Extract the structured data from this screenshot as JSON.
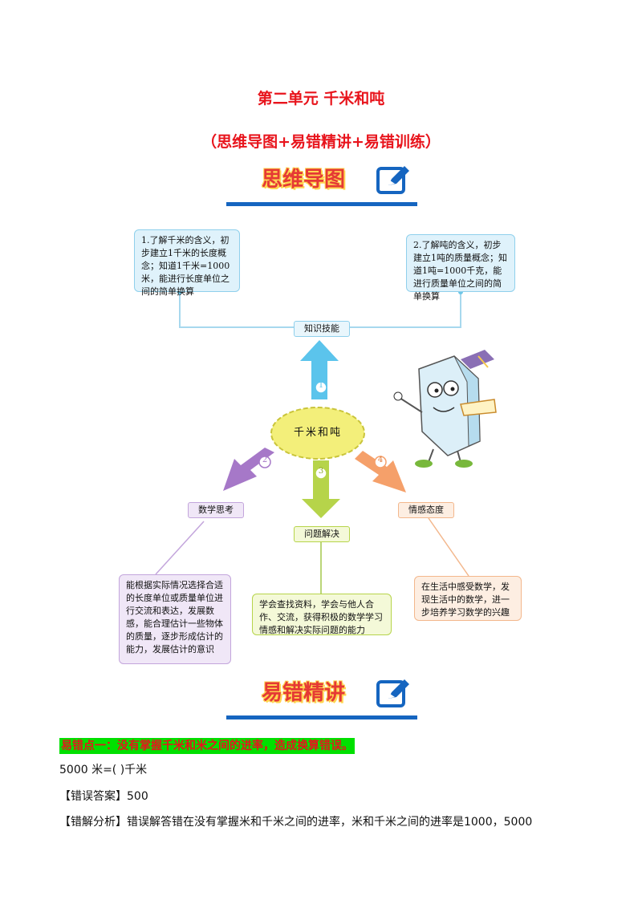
{
  "title": "第二单元 千米和吨",
  "subtitle": "（思维导图+易错精讲+易错训练）",
  "banner_mindmap": "思维导图",
  "banner_errors": "易错精讲",
  "mindmap": {
    "center": "千米和吨",
    "knowledge_tag": "知识技能",
    "thinking_tag": "数学思考",
    "problem_tag": "问题解决",
    "emotion_tag": "情感态度",
    "box1": "1.了解千米的含义，初步建立1千米的长度概念；知道1千米=1000米，能进行长度单位之间的简单换算",
    "box2": "2.了解吨的含义，初步建立1吨的质量概念；知道1吨=1000千克，能进行质量单位之间的简单换算",
    "box_thinking": "能根据实际情况选择合适的长度单位或质量单位进行交流和表达，发展数感，能合理估计一些物体的质量，逐步形成估计的能力，发展估计的意识",
    "box_problem": "学会查找资料，学会与他人合作、交流，获得积极的数学学习情感和解决实际问题的能力",
    "box_emotion": "在生活中感受数学，发现生活中的数学，进一步培养学习数学的兴趣",
    "num1": "1",
    "num2": "2",
    "num3": "3",
    "num4": "4"
  },
  "error_point": "易错点一：没有掌握千米和米之间的进率，造成换算错误。",
  "question": "5000 米=(   )千米",
  "wrong_answer": "【错误答案】500",
  "analysis": "【错解分析】错误解答错在没有掌握米和千米之间的进率，米和千米之间的进率是1000，5000"
}
